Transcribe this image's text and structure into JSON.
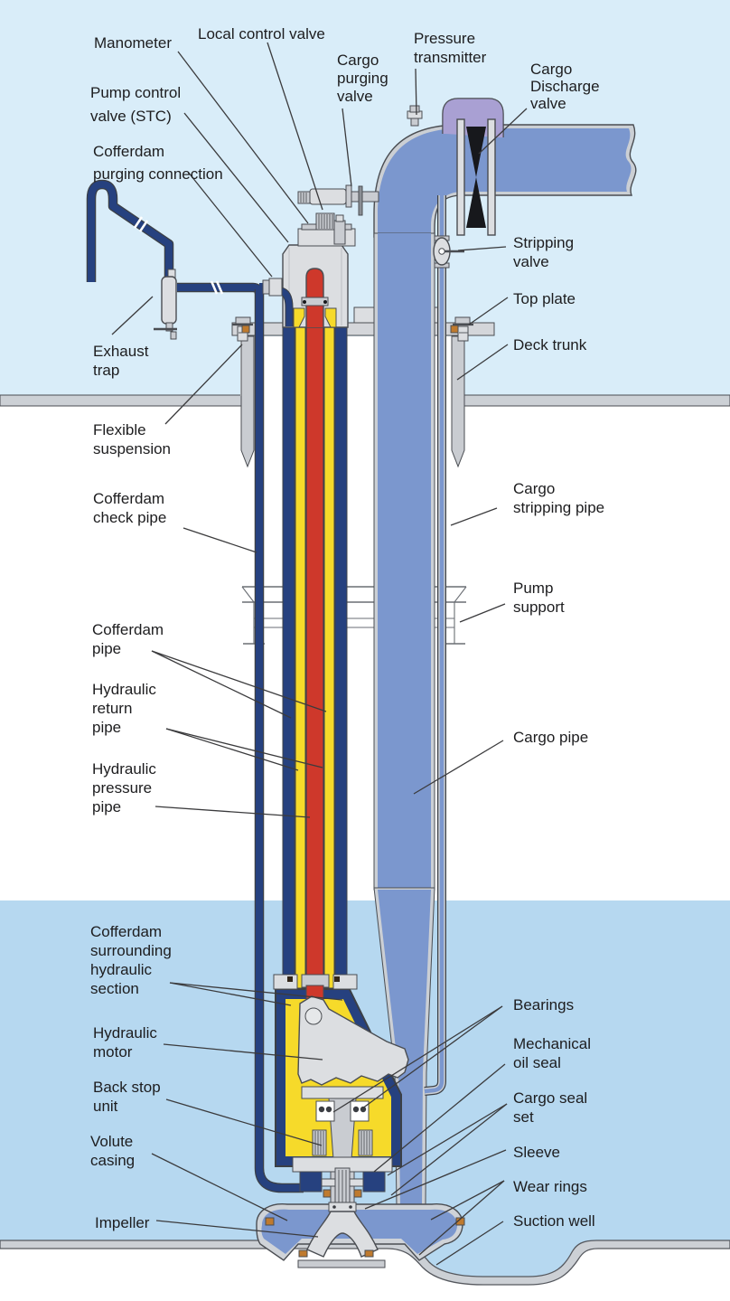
{
  "labels": {
    "manometer": {
      "text": "Manometer"
    },
    "local_control_valve": {
      "text": "Local control valve"
    },
    "cargo_purging_valve": {
      "text": "Cargo\npurging\nvalve"
    },
    "pressure_transmitter": {
      "text": "Pressure\ntransmitter"
    },
    "cargo_discharge_valve": {
      "text": "Cargo\nDischarge\nvalve"
    },
    "pump_control_valve": {
      "text": "Pump control\nvalve (STC)"
    },
    "cofferdam_purging_connection": {
      "text": "Cofferdam\npurging connection"
    },
    "stripping_valve": {
      "text": "Stripping\nvalve"
    },
    "top_plate": {
      "text": "Top plate"
    },
    "deck_trunk": {
      "text": "Deck trunk"
    },
    "exhaust_trap": {
      "text": "Exhaust\ntrap"
    },
    "flexible_suspension": {
      "text": "Flexible\nsuspension"
    },
    "cofferdam_check_pipe": {
      "text": "Cofferdam\ncheck pipe"
    },
    "cargo_stripping_pipe": {
      "text": "Cargo\nstripping pipe"
    },
    "pump_support": {
      "text": "Pump\nsupport"
    },
    "cofferdam_pipe": {
      "text": "Cofferdam\npipe"
    },
    "hydraulic_return_pipe": {
      "text": "Hydraulic\nreturn\npipe"
    },
    "cargo_pipe": {
      "text": "Cargo pipe"
    },
    "hydraulic_pressure_pipe": {
      "text": "Hydraulic\npressure\npipe"
    },
    "cofferdam_surrounding_hydraulic_section": {
      "text": "Cofferdam\nsurrounding\nhydraulic\nsection"
    },
    "hydraulic_motor": {
      "text": "Hydraulic\nmotor"
    },
    "bearings": {
      "text": "Bearings"
    },
    "mechanical_oil_seal": {
      "text": "Mechanical\noil seal"
    },
    "back_stop_unit": {
      "text": "Back stop\nunit"
    },
    "cargo_seal_set": {
      "text": "Cargo seal\nset"
    },
    "volute_casing": {
      "text": "Volute\ncasing"
    },
    "sleeve": {
      "text": "Sleeve"
    },
    "wear_rings": {
      "text": "Wear rings"
    },
    "impeller": {
      "text": "Impeller"
    },
    "suction_well": {
      "text": "Suction well"
    }
  },
  "colors": {
    "above_deck_background": "#d9edf9",
    "cargo_liquid": "#b6d8f0",
    "tank_background": "#ffffff",
    "deck_steel": "#ccd0d5",
    "metal_gray": "#dcdee1",
    "cargo_pipe_blue": "#7b97ce",
    "hydraulic_pressure_red": "#ce382b",
    "cofferdam_yellow": "#f6da2a",
    "pipe_navy": "#26417f",
    "valve_handle_purple": "#a9a0d3",
    "seal_orange": "#bf7a2e",
    "valve_black": "#17181c",
    "label_text": "#1d1d1f",
    "leader_line": "#3b3b3d"
  }
}
